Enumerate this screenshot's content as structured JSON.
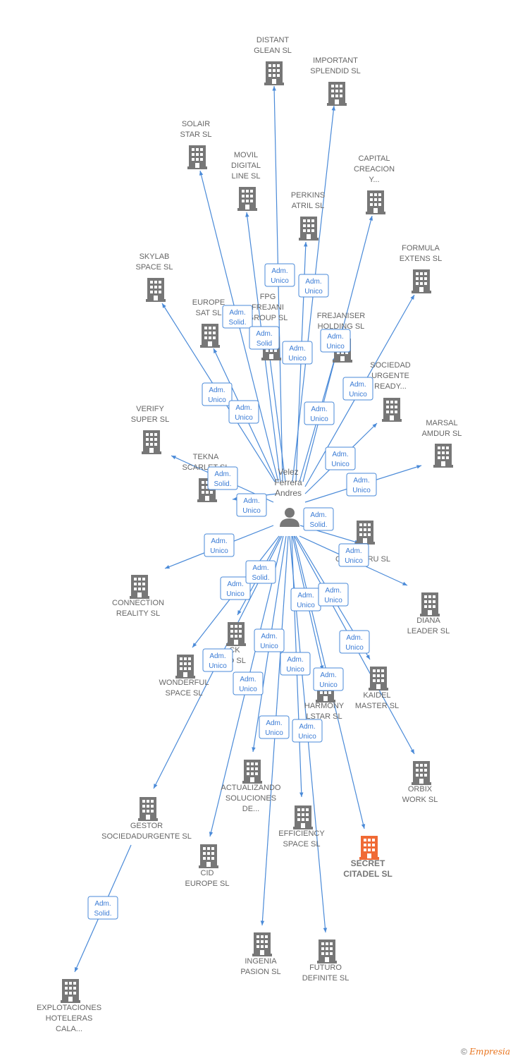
{
  "center": {
    "label_lines": [
      "Velez",
      "Ferrera",
      "Andres"
    ],
    "icon": "person-icon"
  },
  "colors": {
    "node": "#777777",
    "highlight": "#f06a35",
    "edge": "#4a8ad8"
  },
  "nodes": [
    {
      "id": "distant-glean",
      "lines": [
        "DISTANT",
        "GLEAN  SL"
      ]
    },
    {
      "id": "important-splendid",
      "lines": [
        "IMPORTANT",
        "SPLENDID  SL"
      ]
    },
    {
      "id": "solair-star",
      "lines": [
        "SOLAIR",
        "STAR  SL"
      ]
    },
    {
      "id": "movil-digital-line",
      "lines": [
        "MOVIL",
        "DIGITAL",
        "LINE SL"
      ]
    },
    {
      "id": "capital-creacion",
      "lines": [
        "CAPITAL",
        "CREACION",
        "Y..."
      ]
    },
    {
      "id": "perkins-atril",
      "lines": [
        "PERKINS",
        "ATRIL  SL"
      ]
    },
    {
      "id": "formula-extens",
      "lines": [
        "FORMULA",
        "EXTENS  SL"
      ]
    },
    {
      "id": "skylab-space",
      "lines": [
        "SKYLAB",
        "SPACE  SL"
      ]
    },
    {
      "id": "europe-sat",
      "lines": [
        "EUROPE",
        "SAT  SL"
      ]
    },
    {
      "id": "fpg-frejani-group",
      "lines": [
        "FPG",
        "FREJANI",
        "GROUP  SL"
      ]
    },
    {
      "id": "frejaniser-holding",
      "lines": [
        "FREJANISER",
        "HOLDING  SL"
      ]
    },
    {
      "id": "sociedad-urgente-ready",
      "lines": [
        "SOCIEDAD",
        "URGENTE",
        "READY..."
      ]
    },
    {
      "id": "verify-super",
      "lines": [
        "VERIFY",
        "SUPER  SL"
      ]
    },
    {
      "id": "marsal-amdur",
      "lines": [
        "MARSAL",
        "AMDUR  SL"
      ]
    },
    {
      "id": "tekna-scarlet",
      "lines": [
        "TEKNA",
        "SCARLET  SL"
      ]
    },
    {
      "id": "x-criveltru",
      "lines": [
        "ER",
        "CRIVELTRU  SL"
      ]
    },
    {
      "id": "connection-reality",
      "lines": [
        "CONNECTION",
        "REALITY  SL"
      ]
    },
    {
      "id": "diana-leader",
      "lines": [
        "DIANA",
        "LEADER  SL"
      ]
    },
    {
      "id": "rock-field",
      "lines": [
        "CK",
        "ED  SL"
      ]
    },
    {
      "id": "wonderful-space",
      "lines": [
        "WONDERFUL",
        "SPACE  SL"
      ]
    },
    {
      "id": "kaidel-master",
      "lines": [
        "KAIDEL",
        "MASTER  SL"
      ]
    },
    {
      "id": "harmony-allstar",
      "lines": [
        "HARMONY",
        "LSTAR SL"
      ]
    },
    {
      "id": "orbix-work",
      "lines": [
        "ORBIX",
        "WORK  SL"
      ]
    },
    {
      "id": "actualizando-soluciones",
      "lines": [
        "ACTUALIZANDO",
        "SOLUCIONES",
        "DE..."
      ]
    },
    {
      "id": "gestor-sociedadurgente",
      "lines": [
        "GESTOR",
        "SOCIEDADURGENTE SL"
      ]
    },
    {
      "id": "efficiency-space",
      "lines": [
        "EFFICIENCY",
        "SPACE  SL"
      ]
    },
    {
      "id": "secret-citadel",
      "lines": [
        "SECRET",
        "CITADEL  SL"
      ],
      "highlight": true
    },
    {
      "id": "cid-europe",
      "lines": [
        "CID",
        "EUROPE  SL"
      ]
    },
    {
      "id": "ingenia-pasion",
      "lines": [
        "INGENIA",
        "PASION  SL"
      ]
    },
    {
      "id": "futuro-definite",
      "lines": [
        "FUTURO",
        "DEFINITE  SL"
      ]
    },
    {
      "id": "explotaciones-hoteleras",
      "lines": [
        "EXPLOTACIONES",
        "HOTELERAS",
        "CALA..."
      ]
    }
  ],
  "relations": [
    {
      "lines": [
        "Adm.",
        "Unico"
      ]
    },
    {
      "lines": [
        "Adm.",
        "Unico"
      ]
    },
    {
      "lines": [
        "Adm.",
        "Solid."
      ]
    },
    {
      "lines": [
        "Adm.",
        "Unico"
      ]
    },
    {
      "lines": [
        "Adm.",
        "Solid"
      ]
    },
    {
      "lines": [
        "Adm.",
        "Unico"
      ]
    },
    {
      "lines": [
        "Adm.",
        "Unico"
      ]
    },
    {
      "lines": [
        "Adm.",
        "Unico"
      ]
    },
    {
      "lines": [
        "Adm.",
        "Unico"
      ]
    },
    {
      "lines": [
        "Adm.",
        "Unico"
      ]
    },
    {
      "lines": [
        "Adm.",
        "Unico"
      ]
    },
    {
      "lines": [
        "Adm.",
        "Unico"
      ]
    },
    {
      "lines": [
        "Adm.",
        "Solid."
      ]
    },
    {
      "lines": [
        "Adm.",
        "Unico"
      ]
    },
    {
      "lines": [
        "Adm.",
        "Solid."
      ]
    },
    {
      "lines": [
        "Adm.",
        "Unico"
      ]
    },
    {
      "lines": [
        "Adm.",
        "Unico"
      ]
    },
    {
      "lines": [
        "Adm.",
        "Unico"
      ]
    },
    {
      "lines": [
        "Adm.",
        "Solid."
      ]
    },
    {
      "lines": [
        "Adm.",
        "Unico"
      ]
    },
    {
      "lines": [
        "Adm.",
        "Unico"
      ]
    },
    {
      "lines": [
        "Adm.",
        "Unico"
      ]
    },
    {
      "lines": [
        "Adm.",
        "Unico"
      ]
    },
    {
      "lines": [
        "Adm.",
        "Unico"
      ]
    },
    {
      "lines": [
        "Adm.",
        "Unico"
      ]
    },
    {
      "lines": [
        "Adm.",
        "Unico"
      ]
    },
    {
      "lines": [
        "Adm.",
        "Unico"
      ]
    },
    {
      "lines": [
        "Adm.",
        "Unico"
      ]
    },
    {
      "lines": [
        "Adm.",
        "Unico"
      ]
    },
    {
      "lines": [
        "Adm.",
        "Solid."
      ]
    }
  ],
  "footer": {
    "copyright": "©",
    "brand": "Empresia"
  }
}
